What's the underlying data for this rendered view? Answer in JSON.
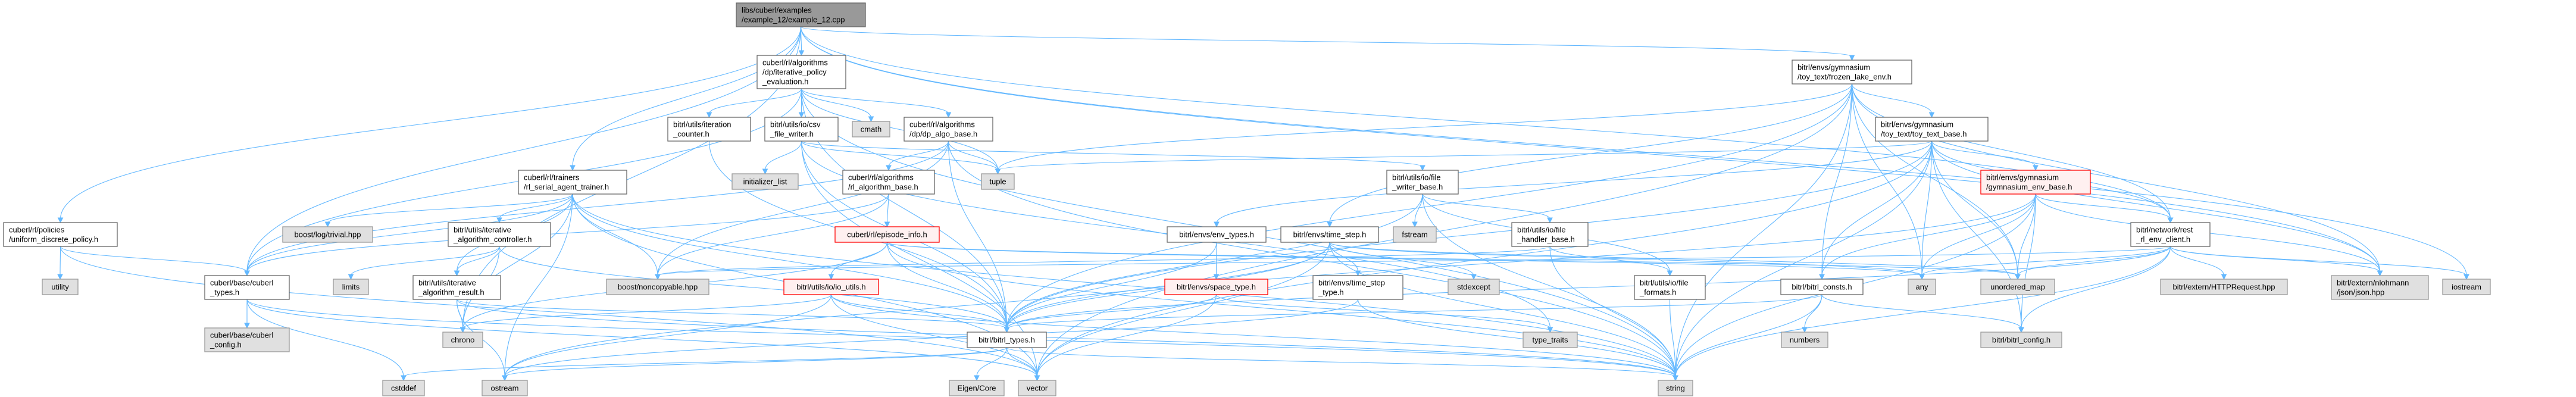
{
  "title": "libs/cuberl/examples/example_12/example_12.cpp",
  "colors": {
    "edge": "#63b8ff",
    "node_border": "#666666",
    "external_fill": "#e0e0e0",
    "root_fill": "#999999",
    "incomplete_border": "#ff0000"
  },
  "nodes": [
    {
      "id": "root",
      "kind": "root",
      "label": [
        "libs/cuberl/examples",
        "/example_12/example_12.cpp"
      ]
    },
    {
      "id": "policy",
      "kind": "normal",
      "label": [
        "cuberl/rl/policies",
        "/uniform_discrete_policy.h"
      ]
    },
    {
      "id": "utility",
      "kind": "external",
      "label": [
        "utility"
      ]
    },
    {
      "id": "cuberl_types",
      "kind": "normal",
      "label": [
        "cuberl/base/cuberl",
        "_types.h"
      ]
    },
    {
      "id": "cuberl_config",
      "kind": "external",
      "label": [
        "cuberl/base/cuberl",
        "_config.h"
      ]
    },
    {
      "id": "cstddef",
      "kind": "external",
      "label": [
        "cstddef"
      ]
    },
    {
      "id": "ostream",
      "kind": "external",
      "label": [
        "ostream"
      ]
    },
    {
      "id": "chrono",
      "kind": "external",
      "label": [
        "chrono"
      ]
    },
    {
      "id": "limits",
      "kind": "external",
      "label": [
        "limits"
      ]
    },
    {
      "id": "boost_log",
      "kind": "external",
      "label": [
        "boost/log/trivial.hpp"
      ]
    },
    {
      "id": "trainer",
      "kind": "normal",
      "label": [
        "cuberl/rl/trainers",
        "/rl_serial_agent_trainer.h"
      ]
    },
    {
      "id": "iac",
      "kind": "normal",
      "label": [
        "bitrl/utils/iterative",
        "_algorithm_controller.h"
      ]
    },
    {
      "id": "iar",
      "kind": "normal",
      "label": [
        "bitrl/utils/iterative",
        "_algorithm_result.h"
      ]
    },
    {
      "id": "noncopyable",
      "kind": "external",
      "label": [
        "boost/noncopyable.hpp"
      ]
    },
    {
      "id": "ipe",
      "kind": "normal",
      "label": [
        "cuberl/rl/algorithms",
        "/dp/iterative_policy",
        "_evaluation.h"
      ]
    },
    {
      "id": "iter_counter",
      "kind": "normal",
      "label": [
        "bitrl/utils/iteration",
        "_counter.h"
      ]
    },
    {
      "id": "csv_writer",
      "kind": "normal",
      "label": [
        "bitrl/utils/io/csv",
        "_file_writer.h"
      ]
    },
    {
      "id": "cmath",
      "kind": "external",
      "label": [
        "cmath"
      ]
    },
    {
      "id": "dp_algo_base",
      "kind": "normal",
      "label": [
        "cuberl/rl/algorithms",
        "/dp/dp_algo_base.h"
      ]
    },
    {
      "id": "init_list",
      "kind": "external",
      "label": [
        "initializer_list"
      ]
    },
    {
      "id": "rl_algo_base",
      "kind": "normal",
      "label": [
        "cuberl/rl/algorithms",
        "/rl_algorithm_base.h"
      ]
    },
    {
      "id": "tuple",
      "kind": "external",
      "label": [
        "tuple"
      ]
    },
    {
      "id": "episode_info",
      "kind": "red",
      "label": [
        "cuberl/rl/episode_info.h"
      ]
    },
    {
      "id": "io_utils",
      "kind": "red",
      "label": [
        "bitrl/utils/io/io_utils.h"
      ]
    },
    {
      "id": "bitrl_types",
      "kind": "normal",
      "label": [
        "bitrl/bitrl_types.h"
      ]
    },
    {
      "id": "eigen",
      "kind": "external",
      "label": [
        "Eigen/Core"
      ]
    },
    {
      "id": "vector",
      "kind": "external",
      "label": [
        "vector"
      ]
    },
    {
      "id": "env_types",
      "kind": "normal",
      "label": [
        "bitrl/envs/env_types.h"
      ]
    },
    {
      "id": "space_type",
      "kind": "red",
      "label": [
        "bitrl/envs/space_type.h"
      ]
    },
    {
      "id": "time_step",
      "kind": "normal",
      "label": [
        "bitrl/envs/time_step.h"
      ]
    },
    {
      "id": "frozen_lake",
      "kind": "normal",
      "label": [
        "bitrl/envs/gymnasium",
        "/toy_text/frozen_lake_env.h"
      ]
    },
    {
      "id": "toy_text_base",
      "kind": "normal",
      "label": [
        "bitrl/envs/gymnasium",
        "/toy_text/toy_text_base.h"
      ]
    },
    {
      "id": "file_writer_base",
      "kind": "normal",
      "label": [
        "bitrl/utils/io/file",
        "_writer_base.h"
      ]
    },
    {
      "id": "fstream",
      "kind": "external",
      "label": [
        "fstream"
      ]
    },
    {
      "id": "file_handler_base",
      "kind": "normal",
      "label": [
        "bitrl/utils/io/file",
        "_handler_base.h"
      ]
    },
    {
      "id": "time_step_type",
      "kind": "normal",
      "label": [
        "bitrl/envs/time_step",
        "_type.h"
      ]
    },
    {
      "id": "stdexcept",
      "kind": "external",
      "label": [
        "stdexcept"
      ]
    },
    {
      "id": "file_formats",
      "kind": "normal",
      "label": [
        "bitrl/utils/io/file",
        "_formats.h"
      ]
    },
    {
      "id": "bitrl_consts",
      "kind": "normal",
      "label": [
        "bitrl/bitrl_consts.h"
      ]
    },
    {
      "id": "any",
      "kind": "external",
      "label": [
        "any"
      ]
    },
    {
      "id": "type_traits",
      "kind": "external",
      "label": [
        "type_traits"
      ]
    },
    {
      "id": "numbers",
      "kind": "external",
      "label": [
        "numbers"
      ]
    },
    {
      "id": "string",
      "kind": "external",
      "label": [
        "string"
      ]
    },
    {
      "id": "gym_env_base",
      "kind": "red",
      "label": [
        "bitrl/envs/gymnasium",
        "/gymnasium_env_base.h"
      ]
    },
    {
      "id": "rest_client",
      "kind": "normal",
      "label": [
        "bitrl/network/rest",
        "_rl_env_client.h"
      ]
    },
    {
      "id": "unordered_map",
      "kind": "external",
      "label": [
        "unordered_map"
      ]
    },
    {
      "id": "http_request",
      "kind": "external",
      "label": [
        "bitrl/extern/HTTPRequest.hpp"
      ]
    },
    {
      "id": "json",
      "kind": "external",
      "label": [
        "bitrl/extern/nlohmann",
        "/json/json.hpp"
      ]
    },
    {
      "id": "iostream",
      "kind": "external",
      "label": [
        "iostream"
      ]
    },
    {
      "id": "bitrl_config",
      "kind": "external",
      "label": [
        "bitrl/bitrl_config.h"
      ]
    }
  ],
  "edges": [
    [
      "root",
      "policy"
    ],
    [
      "root",
      "cuberl_types"
    ],
    [
      "root",
      "trainer"
    ],
    [
      "root",
      "ipe"
    ],
    [
      "root",
      "frozen_lake"
    ],
    [
      "root",
      "rest_client"
    ],
    [
      "root",
      "iostream"
    ],
    [
      "root",
      "json"
    ],
    [
      "root",
      "chrono"
    ],
    [
      "ipe",
      "iter_counter"
    ],
    [
      "ipe",
      "csv_writer"
    ],
    [
      "ipe",
      "cmath"
    ],
    [
      "ipe",
      "dp_algo_base"
    ],
    [
      "ipe",
      "cuberl_types"
    ],
    [
      "ipe",
      "bitrl_types"
    ],
    [
      "ipe",
      "tuple"
    ],
    [
      "ipe",
      "string"
    ],
    [
      "dp_algo_base",
      "rl_algo_base"
    ],
    [
      "dp_algo_base",
      "tuple"
    ],
    [
      "dp_algo_base",
      "cuberl_types"
    ],
    [
      "dp_algo_base",
      "bitrl_types"
    ],
    [
      "dp_algo_base",
      "noncopyable"
    ],
    [
      "dp_algo_base",
      "string"
    ],
    [
      "rl_algo_base",
      "episode_info"
    ],
    [
      "rl_algo_base",
      "cuberl_types"
    ],
    [
      "rl_algo_base",
      "noncopyable"
    ],
    [
      "episode_info",
      "bitrl_types"
    ],
    [
      "episode_info",
      "io_utils"
    ],
    [
      "episode_info",
      "any"
    ],
    [
      "episode_info",
      "unordered_map"
    ],
    [
      "episode_info",
      "string"
    ],
    [
      "episode_info",
      "chrono"
    ],
    [
      "csv_writer",
      "init_list"
    ],
    [
      "csv_writer",
      "file_writer_base"
    ],
    [
      "csv_writer",
      "bitrl_types"
    ],
    [
      "csv_writer",
      "tuple"
    ],
    [
      "csv_writer",
      "vector"
    ],
    [
      "csv_writer",
      "type_traits"
    ],
    [
      "iter_counter",
      "bitrl_types"
    ],
    [
      "file_writer_base",
      "fstream"
    ],
    [
      "file_writer_base",
      "file_handler_base"
    ],
    [
      "file_writer_base",
      "file_formats"
    ],
    [
      "file_writer_base",
      "string"
    ],
    [
      "file_writer_base",
      "bitrl_types"
    ],
    [
      "file_handler_base",
      "file_formats"
    ],
    [
      "file_handler_base",
      "string"
    ],
    [
      "file_handler_base",
      "noncopyable"
    ],
    [
      "file_formats",
      "string"
    ],
    [
      "io_utils",
      "bitrl_types"
    ],
    [
      "io_utils",
      "ostream"
    ],
    [
      "io_utils",
      "vector"
    ],
    [
      "io_utils",
      "string"
    ],
    [
      "io_utils",
      "chrono"
    ],
    [
      "trainer",
      "cuberl_types"
    ],
    [
      "trainer",
      "boost_log"
    ],
    [
      "trainer",
      "iac"
    ],
    [
      "trainer",
      "iar"
    ],
    [
      "trainer",
      "noncopyable"
    ],
    [
      "trainer",
      "chrono"
    ],
    [
      "trainer",
      "ostream"
    ],
    [
      "trainer",
      "vector"
    ],
    [
      "trainer",
      "string"
    ],
    [
      "trainer",
      "bitrl_types"
    ],
    [
      "iac",
      "iar"
    ],
    [
      "iac",
      "limits"
    ],
    [
      "iac",
      "bitrl_types"
    ],
    [
      "iac",
      "chrono"
    ],
    [
      "iar",
      "chrono"
    ],
    [
      "iar",
      "ostream"
    ],
    [
      "iar",
      "string"
    ],
    [
      "iar",
      "bitrl_types"
    ],
    [
      "cuberl_types",
      "cuberl_config"
    ],
    [
      "cuberl_types",
      "cstddef"
    ],
    [
      "cuberl_types",
      "vector"
    ],
    [
      "cuberl_types",
      "string"
    ],
    [
      "policy",
      "utility"
    ],
    [
      "policy",
      "cuberl_types"
    ],
    [
      "policy",
      "vector"
    ],
    [
      "bitrl_types",
      "eigen"
    ],
    [
      "bitrl_types",
      "vector"
    ],
    [
      "bitrl_types",
      "cstddef"
    ],
    [
      "bitrl_types",
      "ostream"
    ],
    [
      "bitrl_types",
      "string"
    ],
    [
      "frozen_lake",
      "toy_text_base"
    ],
    [
      "frozen_lake",
      "time_step"
    ],
    [
      "frozen_lake",
      "bitrl_types"
    ],
    [
      "frozen_lake",
      "any"
    ],
    [
      "frozen_lake",
      "vector"
    ],
    [
      "frozen_lake",
      "string"
    ],
    [
      "frozen_lake",
      "rest_client"
    ],
    [
      "frozen_lake",
      "json"
    ],
    [
      "frozen_lake",
      "unordered_map"
    ],
    [
      "frozen_lake",
      "tuple"
    ],
    [
      "frozen_lake",
      "bitrl_consts"
    ],
    [
      "toy_text_base",
      "gym_env_base"
    ],
    [
      "toy_text_base",
      "env_types"
    ],
    [
      "toy_text_base",
      "tuple"
    ],
    [
      "toy_text_base",
      "any"
    ],
    [
      "toy_text_base",
      "unordered_map"
    ],
    [
      "toy_text_base",
      "string"
    ],
    [
      "toy_text_base",
      "vector"
    ],
    [
      "toy_text_base",
      "rest_client"
    ],
    [
      "toy_text_base",
      "json"
    ],
    [
      "toy_text_base",
      "bitrl_consts"
    ],
    [
      "toy_text_base",
      "bitrl_types"
    ],
    [
      "toy_text_base",
      "bitrl_config"
    ],
    [
      "gym_env_base",
      "rest_client"
    ],
    [
      "gym_env_base",
      "bitrl_consts"
    ],
    [
      "gym_env_base",
      "any"
    ],
    [
      "gym_env_base",
      "unordered_map"
    ],
    [
      "gym_env_base",
      "bitrl_config"
    ],
    [
      "gym_env_base",
      "json"
    ],
    [
      "gym_env_base",
      "string"
    ],
    [
      "gym_env_base",
      "bitrl_types"
    ],
    [
      "rest_client",
      "http_request"
    ],
    [
      "rest_client",
      "json"
    ],
    [
      "rest_client",
      "iostream"
    ],
    [
      "rest_client",
      "unordered_map"
    ],
    [
      "rest_client",
      "any"
    ],
    [
      "rest_client",
      "string"
    ],
    [
      "rest_client",
      "bitrl_config"
    ],
    [
      "rest_client",
      "bitrl_types"
    ],
    [
      "rest_client",
      "noncopyable"
    ],
    [
      "env_types",
      "space_type"
    ],
    [
      "env_types",
      "bitrl_types"
    ],
    [
      "space_type",
      "bitrl_types"
    ],
    [
      "space_type",
      "vector"
    ],
    [
      "space_type",
      "type_traits"
    ],
    [
      "time_step",
      "time_step_type"
    ],
    [
      "time_step",
      "stdexcept"
    ],
    [
      "time_step",
      "bitrl_types"
    ],
    [
      "time_step",
      "ostream"
    ],
    [
      "time_step",
      "vector"
    ],
    [
      "time_step",
      "string"
    ],
    [
      "time_step",
      "any"
    ],
    [
      "time_step",
      "unordered_map"
    ],
    [
      "time_step_type",
      "string"
    ],
    [
      "time_step_type",
      "ostream"
    ],
    [
      "bitrl_consts",
      "numbers"
    ],
    [
      "bitrl_consts",
      "string"
    ],
    [
      "bitrl_consts",
      "bitrl_config"
    ],
    [
      "bitrl_consts",
      "bitrl_types"
    ]
  ]
}
